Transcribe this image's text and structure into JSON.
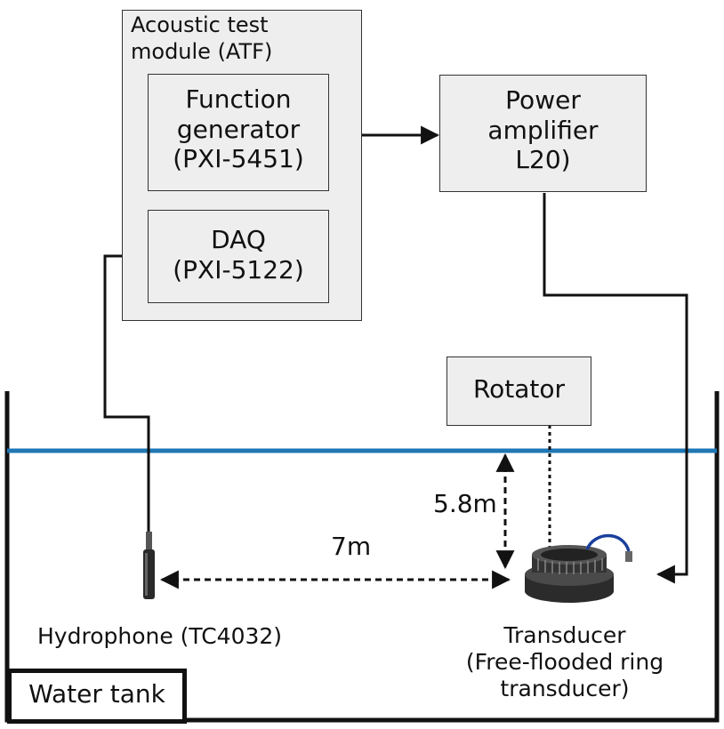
{
  "atf": {
    "title": "Acoustic test\nmodule (ATF)"
  },
  "function_generator": {
    "label": "Function\ngenerator\n(PXI-5451)"
  },
  "daq": {
    "label": "DAQ\n(PXI-5122)"
  },
  "power_amplifier": {
    "label": "Power\namplifier\nL20)"
  },
  "rotator": {
    "label": "Rotator"
  },
  "hydrophone": {
    "label": "Hydrophone (TC4032)"
  },
  "transducer": {
    "label": "Transducer\n(Free-flooded ring\ntransducer)"
  },
  "water_tank": {
    "label": "Water tank"
  },
  "distances": {
    "horizontal": "7m",
    "depth": "5.8m"
  },
  "colors": {
    "water_line": "#1f77b4",
    "box_fill": "#eeeeee",
    "line": "#111111"
  }
}
